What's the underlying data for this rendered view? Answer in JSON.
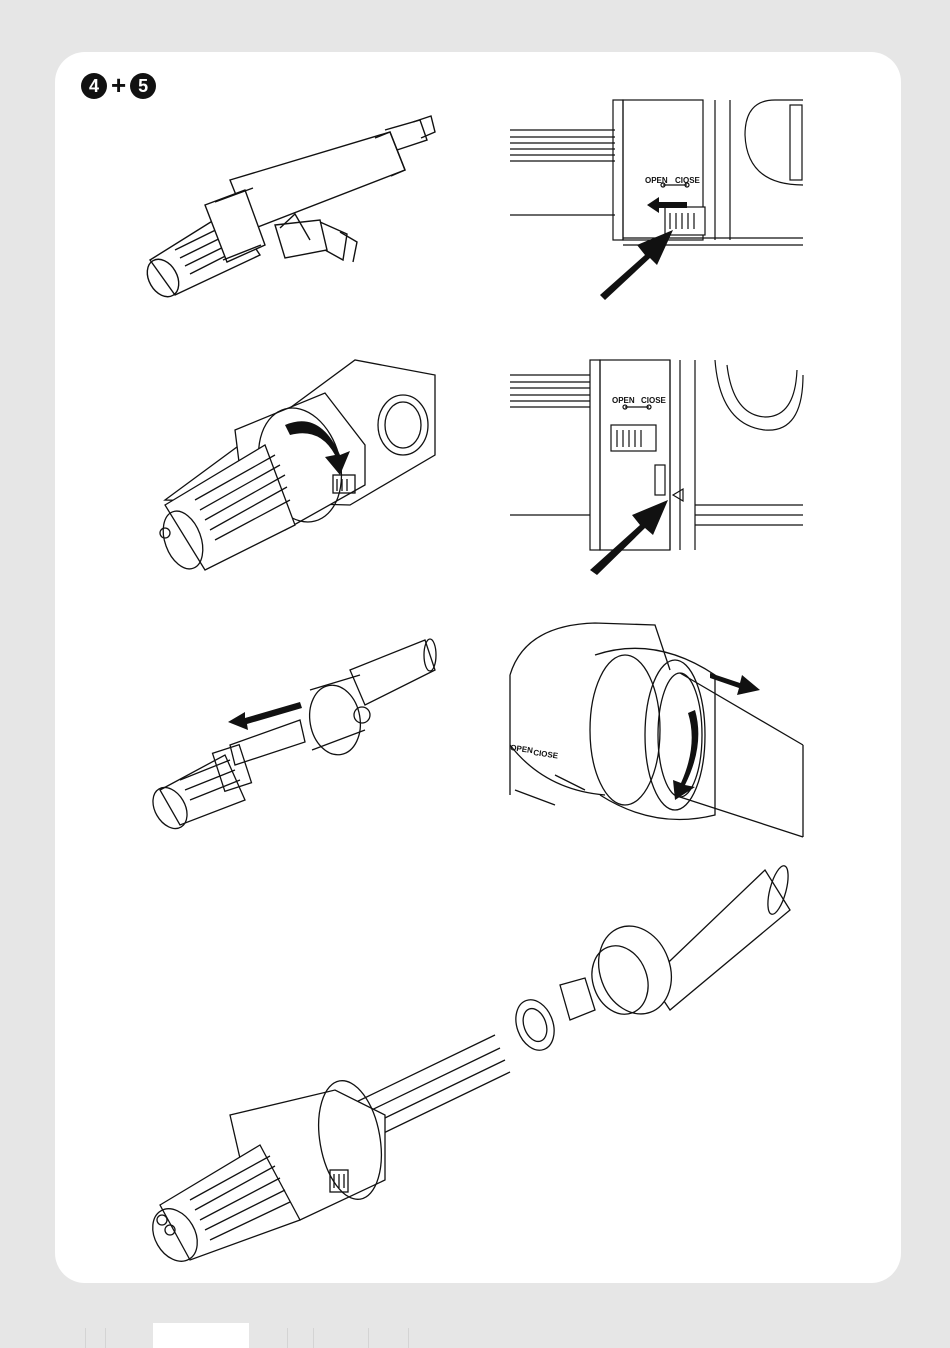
{
  "header": {
    "step_a": "4",
    "plus": "+",
    "step_b": "5"
  },
  "figures": {
    "switch_open_label": "OPEN",
    "switch_close_label": "CIOSE"
  },
  "colors": {
    "page_bg": "#e6e6e6",
    "panel_bg": "#ffffff",
    "ink": "#111111"
  }
}
